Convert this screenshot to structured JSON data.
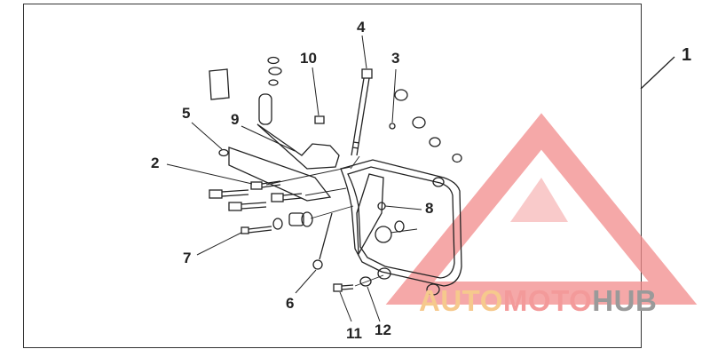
{
  "callouts": {
    "c1": "1",
    "c2": "2",
    "c3": "3",
    "c4": "4",
    "c5": "5",
    "c6": "6",
    "c7": "7",
    "c8": "8",
    "c9": "9",
    "c10": "10",
    "c11": "11",
    "c12": "12"
  },
  "watermark": {
    "part1": "AUTO",
    "part2": "MOTO",
    "part3": "HUB",
    "colors": {
      "triangle": "#f28b8b",
      "auto": "#f6c98d",
      "moto": "#f39a9a",
      "hub": "#9a9a9a"
    }
  },
  "colors": {
    "line": "#222222",
    "frame": "#333333"
  }
}
